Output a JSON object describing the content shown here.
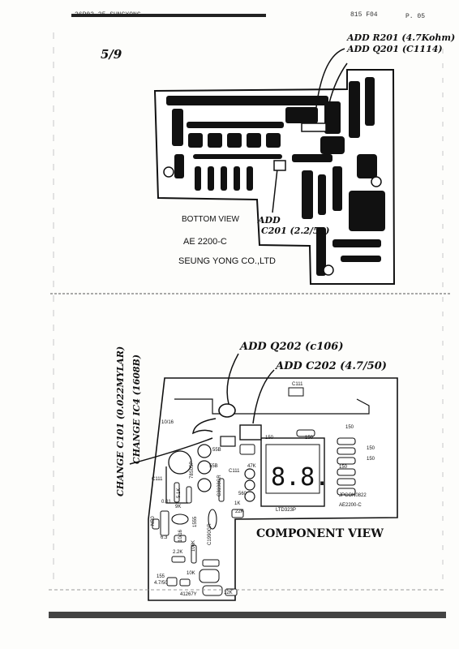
{
  "header": {
    "fax_line": "36P03-25 SUNGYONG",
    "page_ref": "815 F04",
    "page_no": "P. 05"
  },
  "page_mark": "5/9",
  "bottom_view": {
    "note_r201": "ADD R201 (4.7Kohm)",
    "note_q201": "ADD Q201 (C1114)",
    "note_c201_line1": "ADD",
    "note_c201_line2": "C201 (2.2/50)",
    "label_view": "BOTTOM VIEW",
    "label_model": "AE 2200-C",
    "label_company": "SEUNG YONG CO.,LTD"
  },
  "component_view": {
    "note_q202": "ADD Q202 (c106)",
    "note_c202": "ADD C202 (4.7/50)",
    "note_change_c101": "CHANGE C101 (0.022MYLAR)",
    "note_change_ic4": "CHANGE IC4 (1608B)",
    "label_view": "COMPONENT VIEW",
    "board_labels": {
      "c111_top": "C111",
      "part_10_16": "10/16",
      "led_55b_1": "55B",
      "led_55b_2": "55B",
      "reg": "78S05P",
      "c111_left": "C111",
      "r_51k": "5.1K",
      "cap_001": "0.01",
      "r_9k": "9K",
      "r_1555": "1555",
      "part_10_16b": "10/16",
      "r_100k": "100K",
      "r_22k_left": "2.2K",
      "r_10k": "10K",
      "r_155": "155",
      "cap_47_50": "4.7/50",
      "ic_41267y": "41267Y",
      "r_12k": "12K",
      "r_47k": "47K",
      "r_560": "560",
      "r_1k": "1K",
      "r_22k": "22K",
      "c111_mid": "C111",
      "q_c3198": "C3198GR",
      "q_c1990": "C1990GR",
      "r_150_a": "150",
      "r_150_b": "150",
      "r_150_c": "150",
      "r_150_d": "150",
      "r_150_e": "150",
      "r_150_f": "150",
      "display": "LTD323P",
      "board_id": "JPCON0822",
      "model": "AE2200-C",
      "nb0": "NB0",
      "part_6_3": "6.3"
    }
  }
}
